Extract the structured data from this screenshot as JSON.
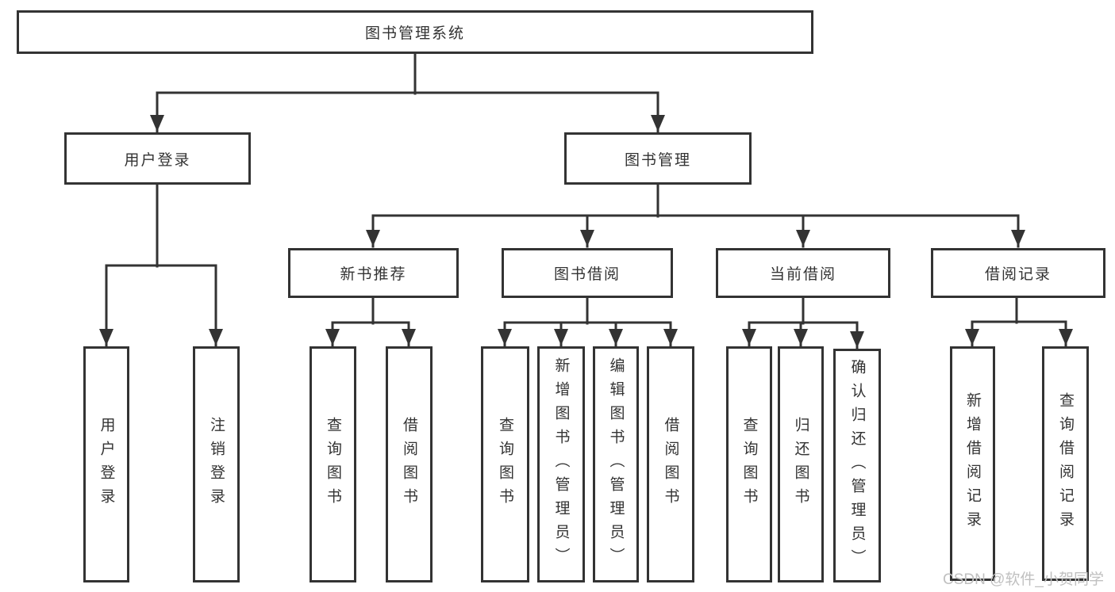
{
  "diagram": {
    "nodes": {
      "root": {
        "label": "图书管理系统"
      },
      "level1": [
        {
          "label": "用户登录"
        },
        {
          "label": "图书管理"
        }
      ],
      "level2": [
        {
          "label": "新书推荐"
        },
        {
          "label": "图书借阅"
        },
        {
          "label": "当前借阅"
        },
        {
          "label": "借阅记录"
        }
      ],
      "leaves": {
        "user_login": [
          {
            "label": "用户登录"
          },
          {
            "label": "注销登录"
          }
        ],
        "new_book_recommendation": [
          {
            "label": "查询图书"
          },
          {
            "label": "借阅图书"
          }
        ],
        "book_borrowing": [
          {
            "label": "查询图书"
          },
          {
            "label": "新增图书（管理员）"
          },
          {
            "label": "编辑图书（管理员）"
          },
          {
            "label": "借阅图书"
          }
        ],
        "current_borrowing": [
          {
            "label": "查询图书"
          },
          {
            "label": "归还图书"
          },
          {
            "label": "确认归还（管理员）"
          }
        ],
        "borrowing_records": [
          {
            "label": "新增借阅记录"
          },
          {
            "label": "查询借阅记录"
          }
        ]
      }
    },
    "colors": {
      "line": "#333333",
      "border": "#333333",
      "text": "#333333",
      "background": "#ffffff",
      "watermark": "#c0c0c0"
    }
  },
  "watermark": {
    "text": "CSDN @软件_小贺同学"
  }
}
